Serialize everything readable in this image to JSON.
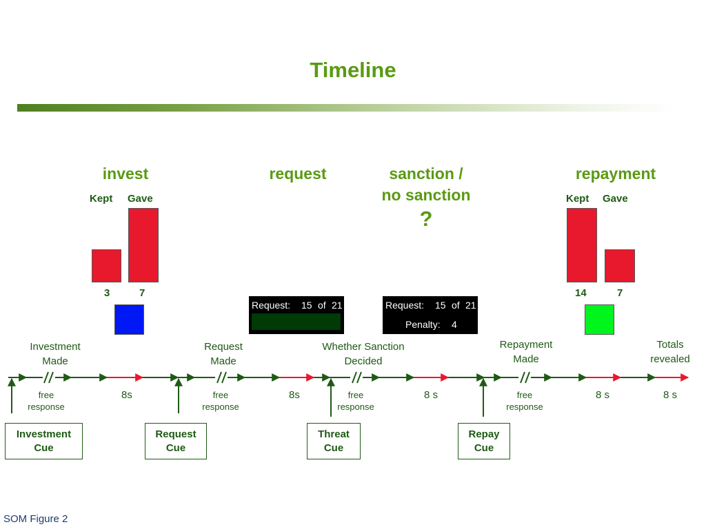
{
  "title": "Timeline",
  "phases": {
    "invest": "invest",
    "request": "request",
    "sanction_line1": "sanction /",
    "sanction_line2": "no sanction",
    "sanction_q": "?",
    "repayment": "repayment"
  },
  "invest_panel": {
    "kept_label": "Kept",
    "gave_label": "Gave",
    "kept": "3",
    "gave": "7",
    "swatch_color": "#0018f5"
  },
  "repay_panel": {
    "kept_label": "Kept",
    "gave_label": "Gave",
    "kept": "14",
    "gave": "7",
    "swatch_color": "#00f51c"
  },
  "request_screen": {
    "label": "Request:",
    "current": "15",
    "of": "of",
    "total": "21"
  },
  "sanction_screen": {
    "label": "Request:",
    "current": "15",
    "of": "of",
    "total": "21",
    "penalty_label": "Penalty:",
    "penalty": "4"
  },
  "events": {
    "investment_1": "Investment",
    "investment_2": "Made",
    "request_1": "Request",
    "request_2": "Made",
    "sanction_1": "Whether Sanction",
    "sanction_2": "Decided",
    "repayment_1": "Repayment",
    "repayment_2": "Made",
    "totals_1": "Totals",
    "totals_2": "revealed"
  },
  "free_response": {
    "line1": "free",
    "line2": "response"
  },
  "durations": {
    "d1": "8s",
    "d2": "8s",
    "d3": "8 s",
    "d4": "8 s",
    "d5": "8 s"
  },
  "cues": {
    "investment_1": "Investment",
    "investment_2": "Cue",
    "request_1": "Request",
    "request_2": "Cue",
    "threat_1": "Threat",
    "threat_2": "Cue",
    "repay_1": "Repay",
    "repay_2": "Cue"
  },
  "footer": "SOM Figure 2",
  "colors": {
    "title_green": "#5a9a12",
    "dark_green": "#1e5a14",
    "bar_red": "#e8192c",
    "timeline_red": "#e8192c"
  }
}
